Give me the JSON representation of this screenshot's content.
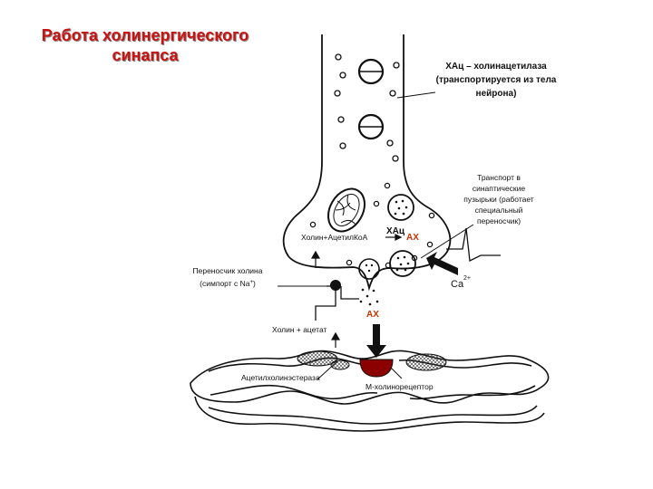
{
  "title": "Работа холинергического синапса",
  "labels": {
    "chat_note_1": "ХАц – холинацетилаза",
    "chat_note_2": "(транспортируется  из тела",
    "chat_note_3": "нейрона)",
    "transport_1": "Транспорт в",
    "transport_2": "синаптические",
    "transport_3": "пузырьки (работает",
    "transport_4": "специальный",
    "transport_5": "переносчик)",
    "chat_short": "ХАц",
    "choline_acetylcoa": "Холин+АцетилКоА",
    "ach_top": "АХ",
    "ach_cleft": "АХ",
    "ca": "Ca",
    "ca_sup": "2+",
    "carrier_1": "Переносчик холина",
    "carrier_2": "(симпорт с Na",
    "carrier_sup": "+",
    "carrier_end": ")",
    "choline_acetate": "Холин + ацетат",
    "ache": "Ацетилхолинэстераза",
    "m_receptor": "М-холинорецептор"
  },
  "colors": {
    "title": "#cc1111",
    "ach": "#cc3300",
    "receptor": "#8b0000",
    "ink": "#111111"
  }
}
